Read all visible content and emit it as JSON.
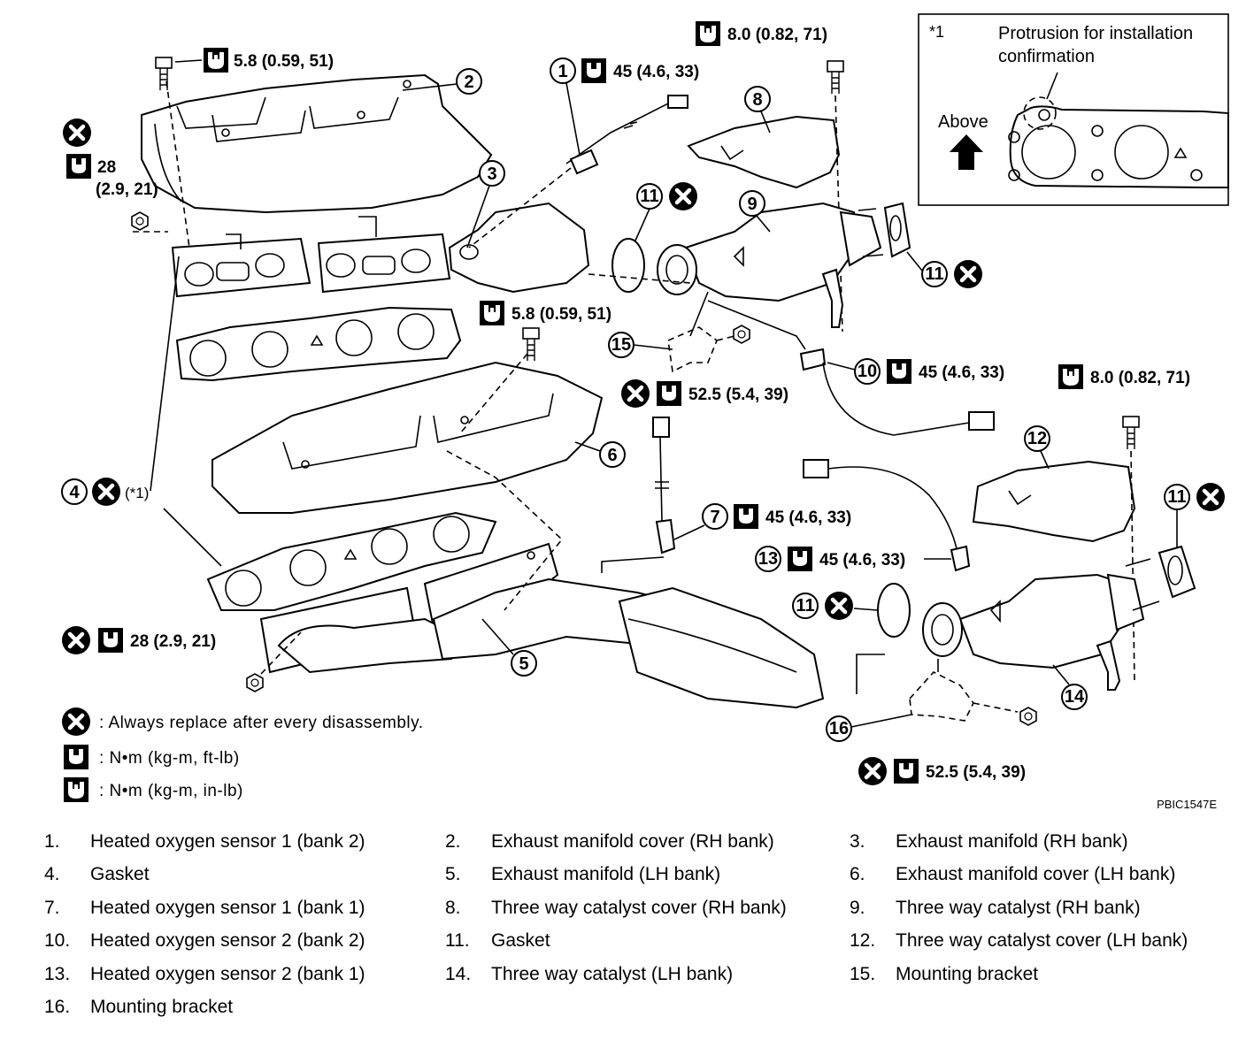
{
  "inset": {
    "ref": "*1",
    "title_line1": "Protrusion for installation",
    "title_line2": "confirmation",
    "direction": "Above"
  },
  "callouts": {
    "c1": {
      "num": "1",
      "torque": "45 (4.6, 33)"
    },
    "c2": {
      "num": "2"
    },
    "c3": {
      "num": "3"
    },
    "c4": {
      "num": "4",
      "note": "(*1)"
    },
    "c5": {
      "num": "5"
    },
    "c6": {
      "num": "6"
    },
    "c7": {
      "num": "7",
      "torque": "45 (4.6, 33)"
    },
    "c8": {
      "num": "8"
    },
    "c9": {
      "num": "9"
    },
    "c10": {
      "num": "10",
      "torque": "45 (4.6, 33)"
    },
    "c11": {
      "num": "11"
    },
    "c12": {
      "num": "12"
    },
    "c13": {
      "num": "13",
      "torque": "45 (4.6, 33)"
    },
    "c14": {
      "num": "14"
    },
    "c15": {
      "num": "15"
    },
    "c16": {
      "num": "16"
    },
    "torque_top_left": "5.8 (0.59, 51)",
    "torque_top_center": "8.0 (0.82, 71)",
    "torque_left_28": "28",
    "torque_left_28_sub": "(2.9, 21)",
    "torque_mid": "5.8 (0.59, 51)",
    "torque_15": "52.5 (5.4, 39)",
    "torque_right": "8.0 (0.82, 71)",
    "torque_bottom_left": "28 (2.9, 21)",
    "torque_16": "52.5 (5.4, 39)"
  },
  "legend": {
    "replace": ": Always replace after every disassembly.",
    "nm_ftlb": ": N•m  (kg-m,  ft-lb)",
    "nm_inlb": ": N•m  (kg-m,  in-lb)"
  },
  "figure_code": "PBIC1547E",
  "parts": [
    {
      "num": "1.",
      "name": "Heated oxygen sensor 1 (bank 2)"
    },
    {
      "num": "2.",
      "name": "Exhaust manifold cover (RH bank)"
    },
    {
      "num": "3.",
      "name": "Exhaust manifold  (RH bank)"
    },
    {
      "num": "4.",
      "name": "Gasket"
    },
    {
      "num": "5.",
      "name": "Exhaust manifold (LH bank)"
    },
    {
      "num": "6.",
      "name": "Exhaust manifold cover (LH bank)"
    },
    {
      "num": "7.",
      "name": "Heated oxygen sensor 1 (bank 1)"
    },
    {
      "num": "8.",
      "name": "Three way catalyst cover (RH bank)"
    },
    {
      "num": "9.",
      "name": "Three way catalyst (RH bank)"
    },
    {
      "num": "10.",
      "name": "Heated oxygen sensor 2 (bank 2)"
    },
    {
      "num": "11.",
      "name": "Gasket"
    },
    {
      "num": "12.",
      "name": "Three way catalyst cover (LH bank)"
    },
    {
      "num": "13.",
      "name": "Heated oxygen sensor 2 (bank 1)"
    },
    {
      "num": "14.",
      "name": "Three way catalyst (LH bank)"
    },
    {
      "num": "15.",
      "name": "Mounting bracket"
    },
    {
      "num": "16.",
      "name": "Mounting bracket"
    }
  ]
}
